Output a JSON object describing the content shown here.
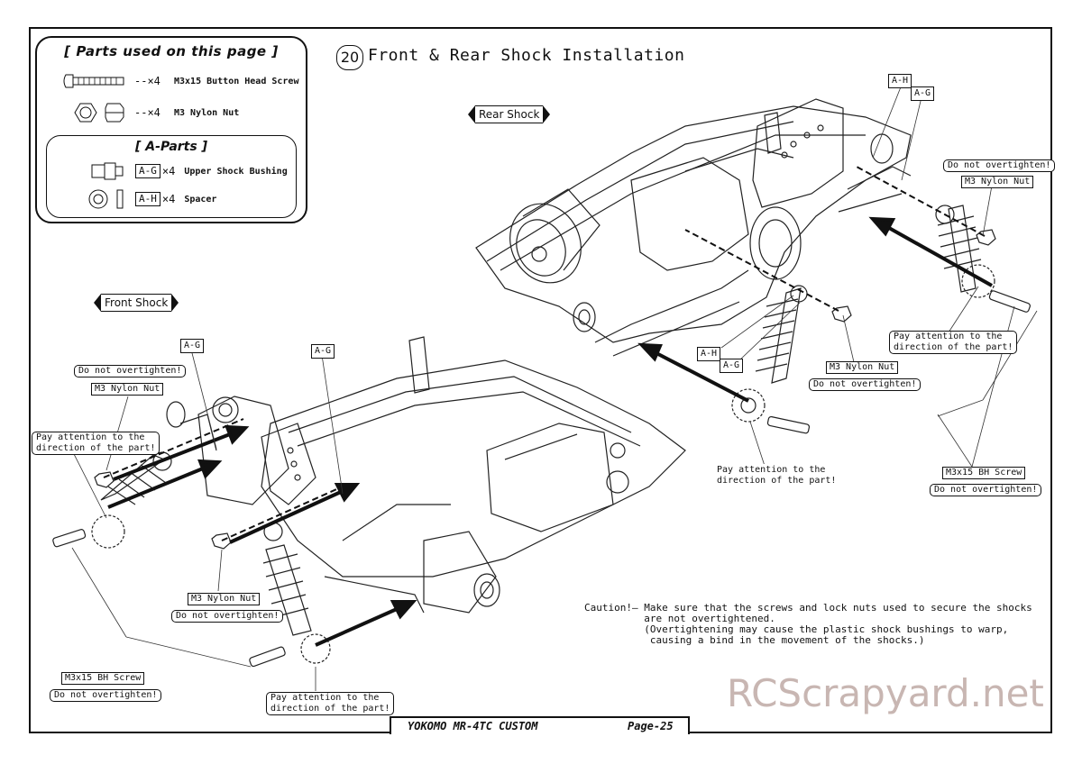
{
  "parts_used": {
    "title": "[ Parts used on this page ]",
    "items": [
      {
        "qty": "--×4",
        "name": "M3x15 Button Head Screw",
        "icon": "screw-icon"
      },
      {
        "qty": "--×4",
        "name": "M3 Nylon Nut",
        "icon": "nut-icon"
      }
    ],
    "a_parts": {
      "title": "[ A-Parts ]",
      "items": [
        {
          "tag": "A-G",
          "qty": "×4",
          "name": "Upper Shock Bushing",
          "icon": "bushing-icon"
        },
        {
          "tag": "A-H",
          "qty": "×4",
          "name": "Spacer",
          "icon": "spacer-icon"
        }
      ]
    }
  },
  "step": {
    "number": "20",
    "title": "Front & Rear Shock Installation"
  },
  "sections": {
    "rear": "Rear Shock",
    "front": "Front Shock"
  },
  "labels": {
    "ah": "A-H",
    "ag": "A-G",
    "do_not_overtighten": "Do not overtighten!",
    "nylon_nut": "M3 Nylon Nut",
    "bh_screw": "M3x15 BH Screw",
    "pay_attention_1": "Pay attention to the",
    "pay_attention_2": "direction of the part!"
  },
  "caution": {
    "line1": "Caution!— Make sure that the screws and lock nuts used to secure the shocks",
    "line2": "          are not overtightened.",
    "line3": "          (Overtightening may cause the plastic shock bushings to warp,",
    "line4": "           causing a bind in the movement of the shocks.)"
  },
  "footer": {
    "model": "YOKOMO MR-4TC CUSTOM",
    "page": "Page-25"
  },
  "watermark": "RCScrapyard.net"
}
